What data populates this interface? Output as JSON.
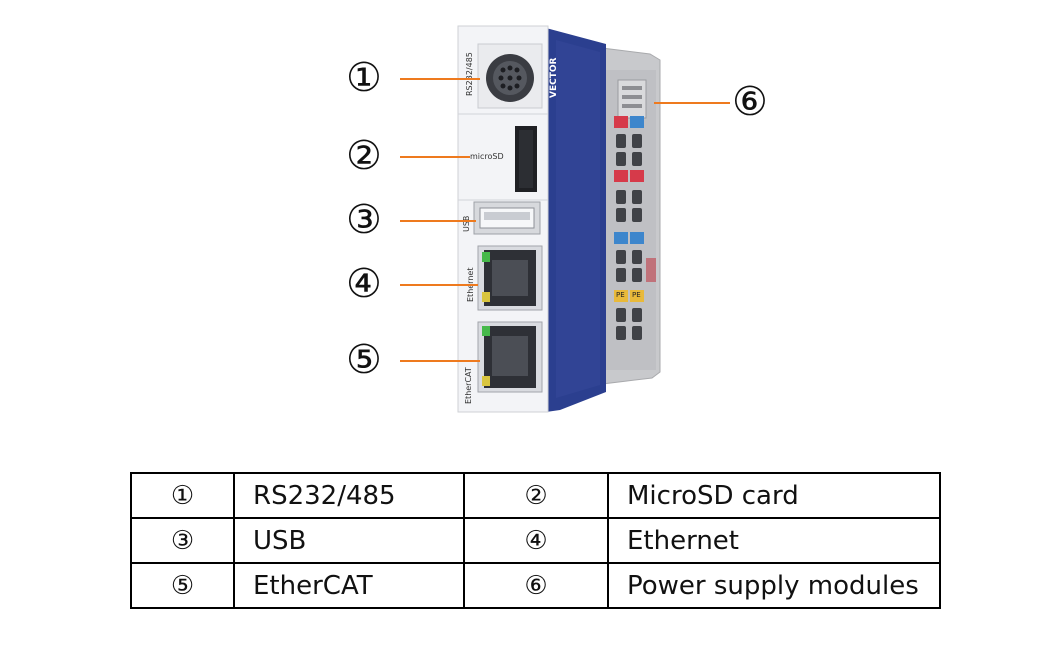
{
  "callouts": [
    "①",
    "②",
    "③",
    "④",
    "⑤",
    "⑥"
  ],
  "device": {
    "brand": "VECTOR",
    "port_labels": {
      "rs": "RS232/485",
      "sd": "microSD",
      "usb": "USB",
      "eth": "Ethernet",
      "ecat": "EtherCAT"
    },
    "terminal_tags": {
      "pe_left": "PE",
      "pe_right": "PE"
    }
  },
  "legend": {
    "rows": [
      [
        {
          "num": "①",
          "label": "RS232/485"
        },
        {
          "num": "②",
          "label": "MicroSD card"
        }
      ],
      [
        {
          "num": "③",
          "label": "USB"
        },
        {
          "num": "④",
          "label": "Ethernet"
        }
      ],
      [
        {
          "num": "⑤",
          "label": "EtherCAT"
        },
        {
          "num": "⑥",
          "label": "Power supply modules"
        }
      ]
    ]
  },
  "colors": {
    "pointer": "#ee7a1e",
    "blue_stripe": "#2b3f8f",
    "terminal_red": "#d63a4a",
    "terminal_blue": "#3d86cc",
    "terminal_yellow": "#e8b93a",
    "led_green": "#46b94a",
    "led_yellow": "#d9c53e"
  }
}
